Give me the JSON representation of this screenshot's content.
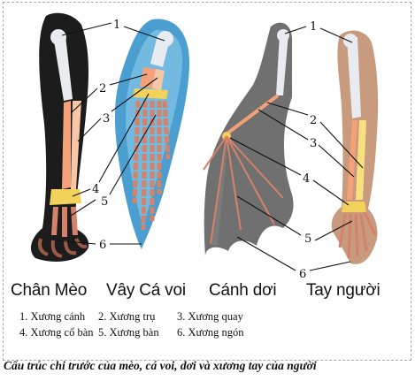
{
  "titles": {
    "cat": "Chân Mèo",
    "whale": "Vây Cá voi",
    "bat": "Cánh dơi",
    "human": "Tay người"
  },
  "markers": [
    "1",
    "2",
    "3",
    "4",
    "5",
    "6"
  ],
  "legend": [
    [
      "1. Xương cánh",
      "2. Xương trụ",
      "3. Xương quay"
    ],
    [
      "4. Xương cổ bàn",
      "5. Xương bàn",
      "6. Xương ngón"
    ]
  ],
  "caption": "Cấu trúc chi trước của mèo, cá voi, dơi và xương tay của người",
  "colors": {
    "humerus": "#e8ecf0",
    "ulna_radius": "#f4a078",
    "carpals": "#f2d25a",
    "metacarpals_phalanges": "#d4826a",
    "cat_fur": "#1c1c1c",
    "whale_fin": "#4a9fd0",
    "bat_membrane": "#707070",
    "human_skin": "#c89a7e"
  }
}
